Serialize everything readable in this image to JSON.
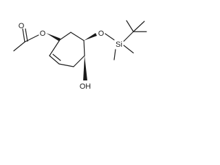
{
  "molecule": {
    "atoms": {
      "carbonyl_oxygen": "O",
      "ester_oxygen": "O",
      "silyl_ether_oxygen": "O",
      "silicon": "Si",
      "hydroxyl": "OH"
    },
    "colors": {
      "ink": "#1a1a1a",
      "background": "#ffffff"
    }
  }
}
